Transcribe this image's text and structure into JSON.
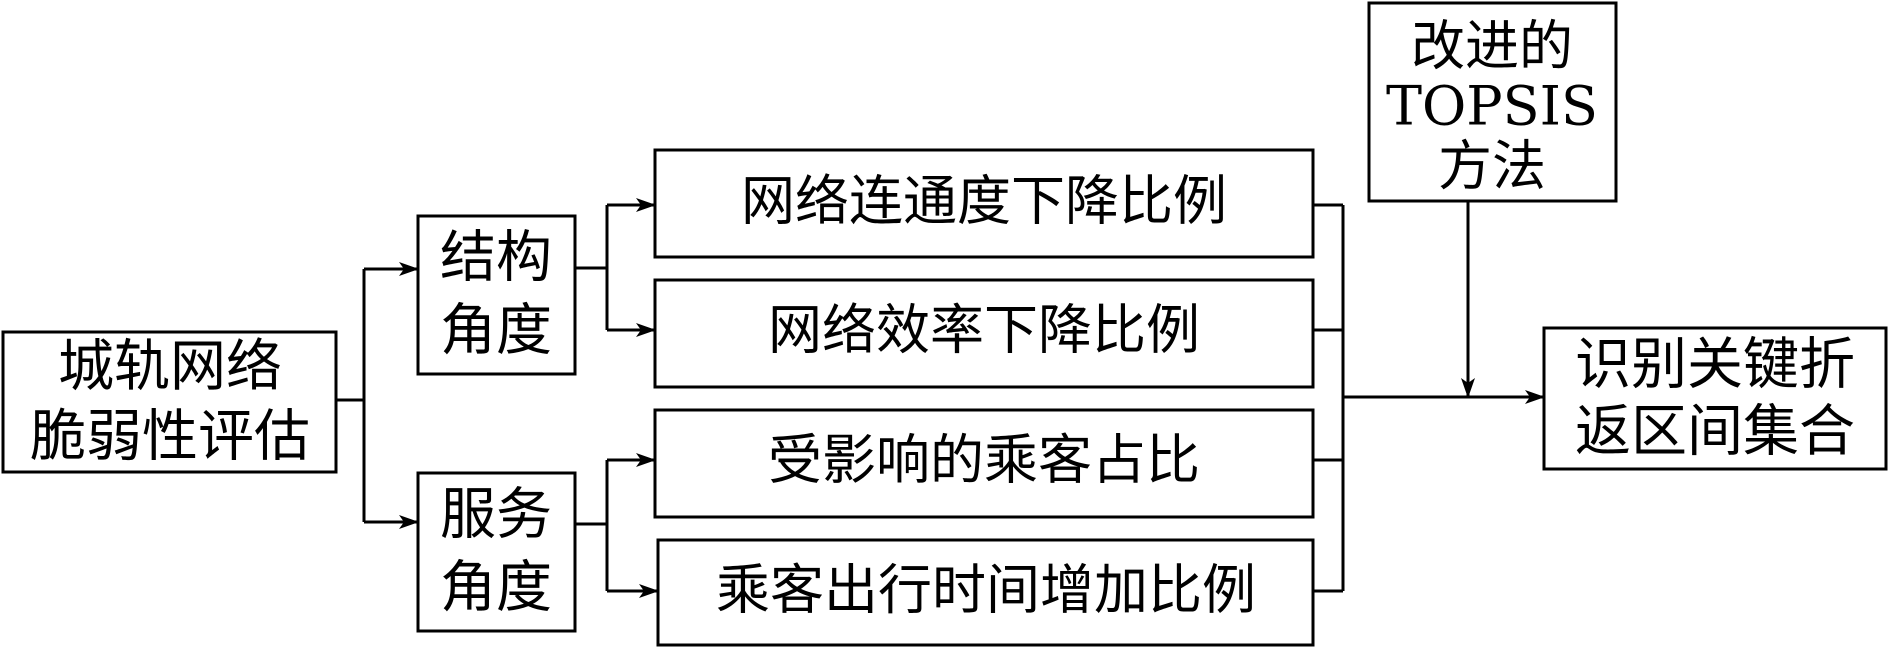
{
  "diagram": {
    "root": {
      "lines": [
        "城轨网络",
        "脆弱性评估"
      ]
    },
    "branches": [
      {
        "lines": [
          "结构",
          "角度"
        ]
      },
      {
        "lines": [
          "服务",
          "角度"
        ]
      }
    ],
    "metrics": [
      {
        "label": "网络连通度下降比例"
      },
      {
        "label": "网络效率下降比例"
      },
      {
        "label": "受影响的乘客占比"
      },
      {
        "label": "乘客出行时间增加比例"
      }
    ],
    "method": {
      "lines": [
        "改进的",
        "TOPSIS",
        "方法"
      ]
    },
    "result": {
      "lines": [
        "识别关键折",
        "返区间集合"
      ]
    }
  }
}
